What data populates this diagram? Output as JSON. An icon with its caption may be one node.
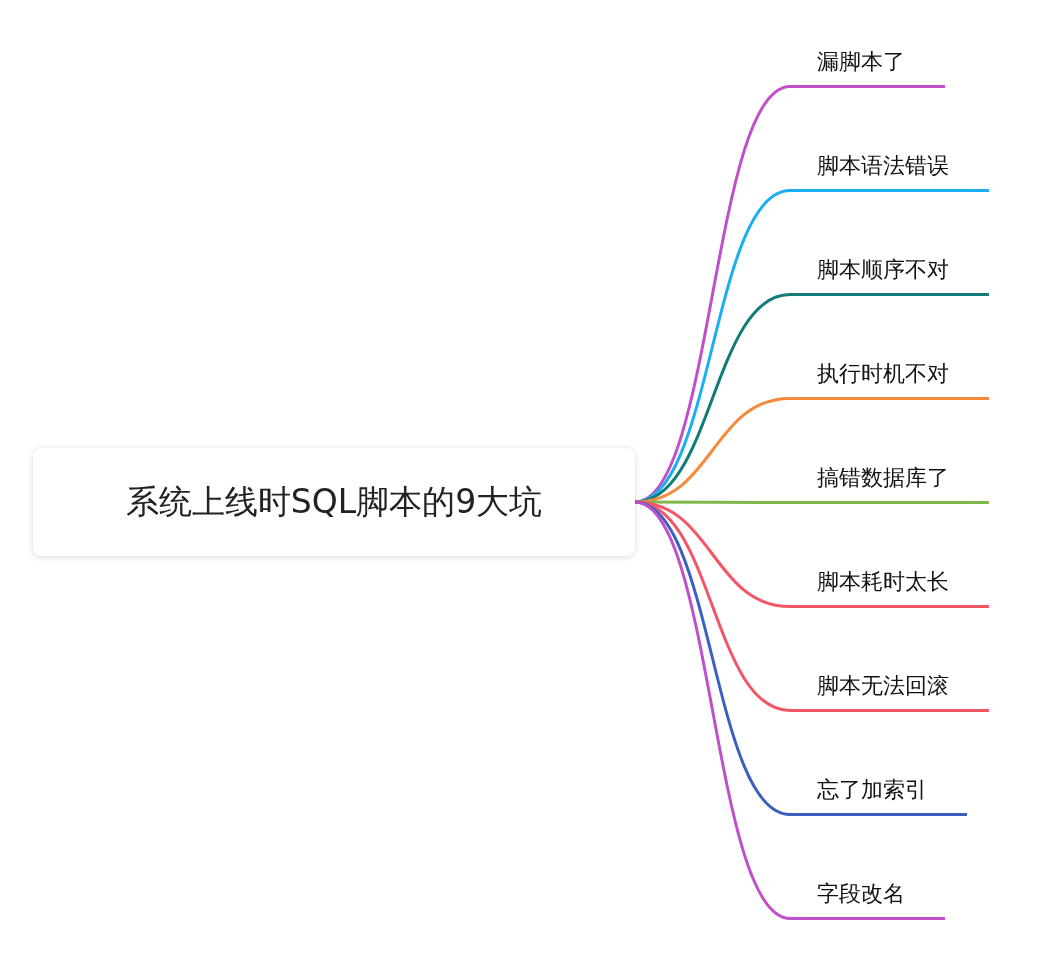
{
  "diagram": {
    "nodes": [
      {
        "text": [
          "系统上线时SQL脚本的9大坑"
        ]
      },
      {
        "text": [
          "漏脚本了"
        ]
      },
      {
        "text": [
          "脚本语法错误"
        ]
      },
      {
        "text": [
          "脚本顺序不对"
        ]
      },
      {
        "text": [
          "执行时机不对"
        ]
      },
      {
        "text": [
          "搞错数据库了"
        ]
      },
      {
        "text": [
          "脚本耗时太长"
        ]
      },
      {
        "text": [
          "脚本无法回滚"
        ]
      },
      {
        "text": [
          "忘了加索引"
        ]
      },
      {
        "text": [
          "字段改名"
        ]
      }
    ],
    "edges": [
      {
        "from": 0,
        "to": 1,
        "arrow": "none",
        "color": "#c050c8"
      },
      {
        "from": 0,
        "to": 2,
        "arrow": "none",
        "color": "#1aaff0"
      },
      {
        "from": 0,
        "to": 3,
        "arrow": "none",
        "color": "#137a7a"
      },
      {
        "from": 0,
        "to": 4,
        "arrow": "none",
        "color": "#f58b3a"
      },
      {
        "from": 0,
        "to": 5,
        "arrow": "none",
        "color": "#82b64a"
      },
      {
        "from": 0,
        "to": 6,
        "arrow": "none",
        "color": "#f25566"
      },
      {
        "from": 0,
        "to": 7,
        "arrow": "none",
        "color": "#f25566"
      },
      {
        "from": 0,
        "to": 8,
        "arrow": "none",
        "color": "#3d60c0"
      },
      {
        "from": 0,
        "to": 9,
        "arrow": "none",
        "color": "#c050c8"
      }
    ]
  }
}
